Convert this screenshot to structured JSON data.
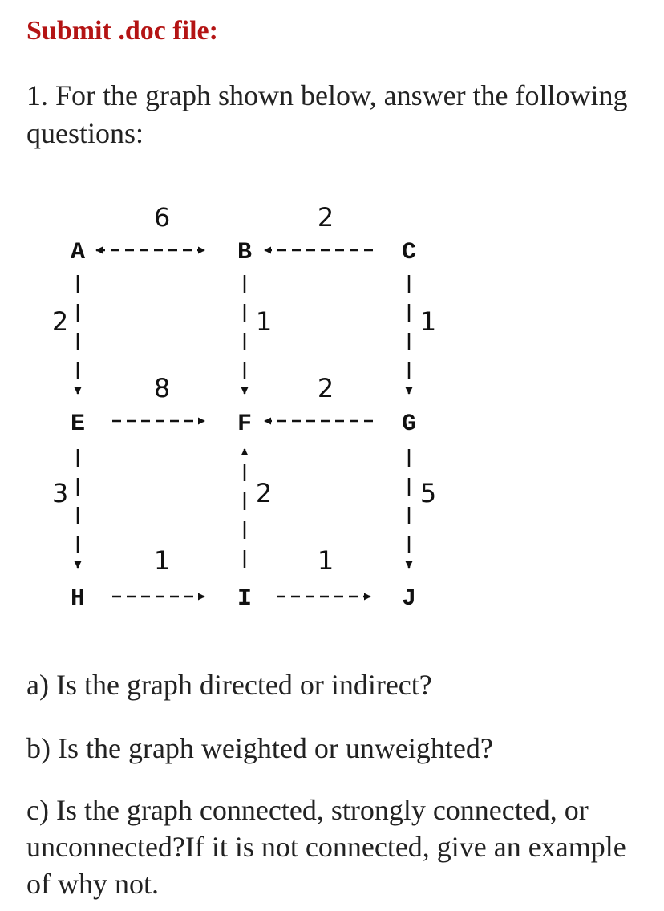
{
  "heading": "Submit .doc file:",
  "question": "1. For the graph shown below, answer the following questions:",
  "graph": {
    "nodes": [
      "A",
      "B",
      "C",
      "E",
      "F",
      "G",
      "H",
      "I",
      "J"
    ],
    "weights": {
      "A_B": "6",
      "C_B": "2",
      "A_E": "2",
      "B_F": "1",
      "C_G": "1",
      "E_F": "8",
      "G_F": "2",
      "E_H": "3",
      "I_F": "2",
      "G_J": "5",
      "H_I": "1",
      "I_J": "1"
    }
  },
  "parts": {
    "a": "a) Is the graph directed or indirect?",
    "b": "b) Is the graph weighted or unweighted?",
    "c": "c) Is the graph connected, strongly connected, or unconnected?If it is not connected, give an example of why not."
  }
}
